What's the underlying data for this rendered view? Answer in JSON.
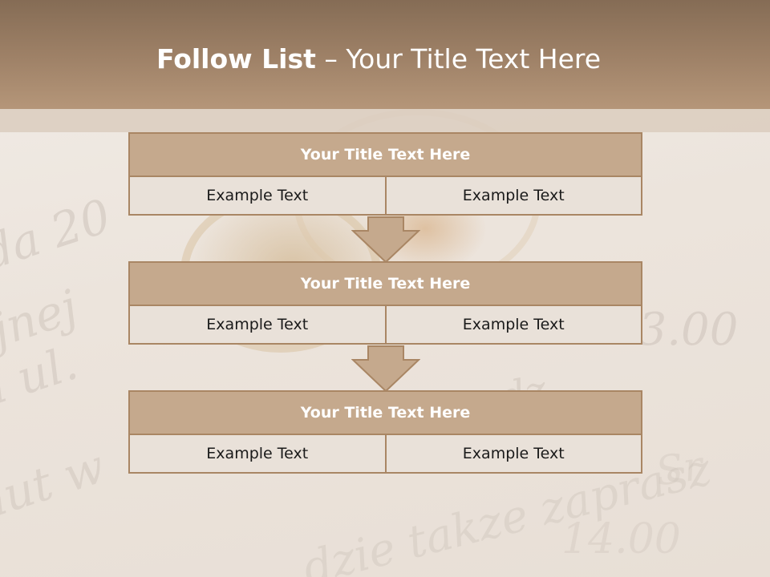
{
  "slide": {
    "title_bold": "Follow List",
    "title_rest": " – Your Title Text Here",
    "colors": {
      "header": "#9d8066",
      "block_title": "#c5a98d",
      "block_border": "#a98664",
      "cell_fill": "#e9e1d9"
    }
  },
  "blocks": [
    {
      "title": "Your Title Text Here",
      "cells": [
        "Example Text",
        "Example Text"
      ]
    },
    {
      "title": "Your Title Text Here",
      "cells": [
        "Example Text",
        "Example Text"
      ]
    },
    {
      "title": "Your Title Text Here",
      "cells": [
        "Example Text",
        "Example Text"
      ]
    }
  ]
}
